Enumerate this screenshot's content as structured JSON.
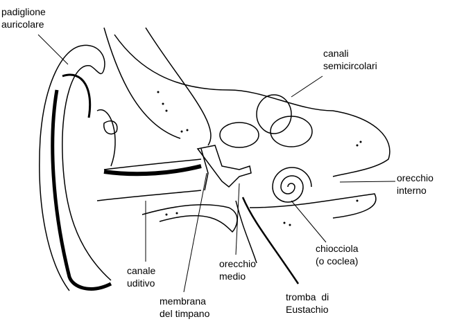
{
  "labels": {
    "pinna": [
      "padiglione",
      "auricolare"
    ],
    "semicircular_canals": [
      "canali",
      "semicircolari"
    ],
    "inner_ear": [
      "orecchio",
      "interno"
    ],
    "cochlea": [
      "chiocciola",
      "(o coclea)"
    ],
    "ear_canal": [
      "canale",
      "uditivo"
    ],
    "middle_ear": [
      "orecchio",
      "medio"
    ],
    "eustachian_tube": [
      "tromba  di",
      "Eustachio"
    ],
    "eardrum": [
      "membrana",
      "del timpano"
    ]
  }
}
